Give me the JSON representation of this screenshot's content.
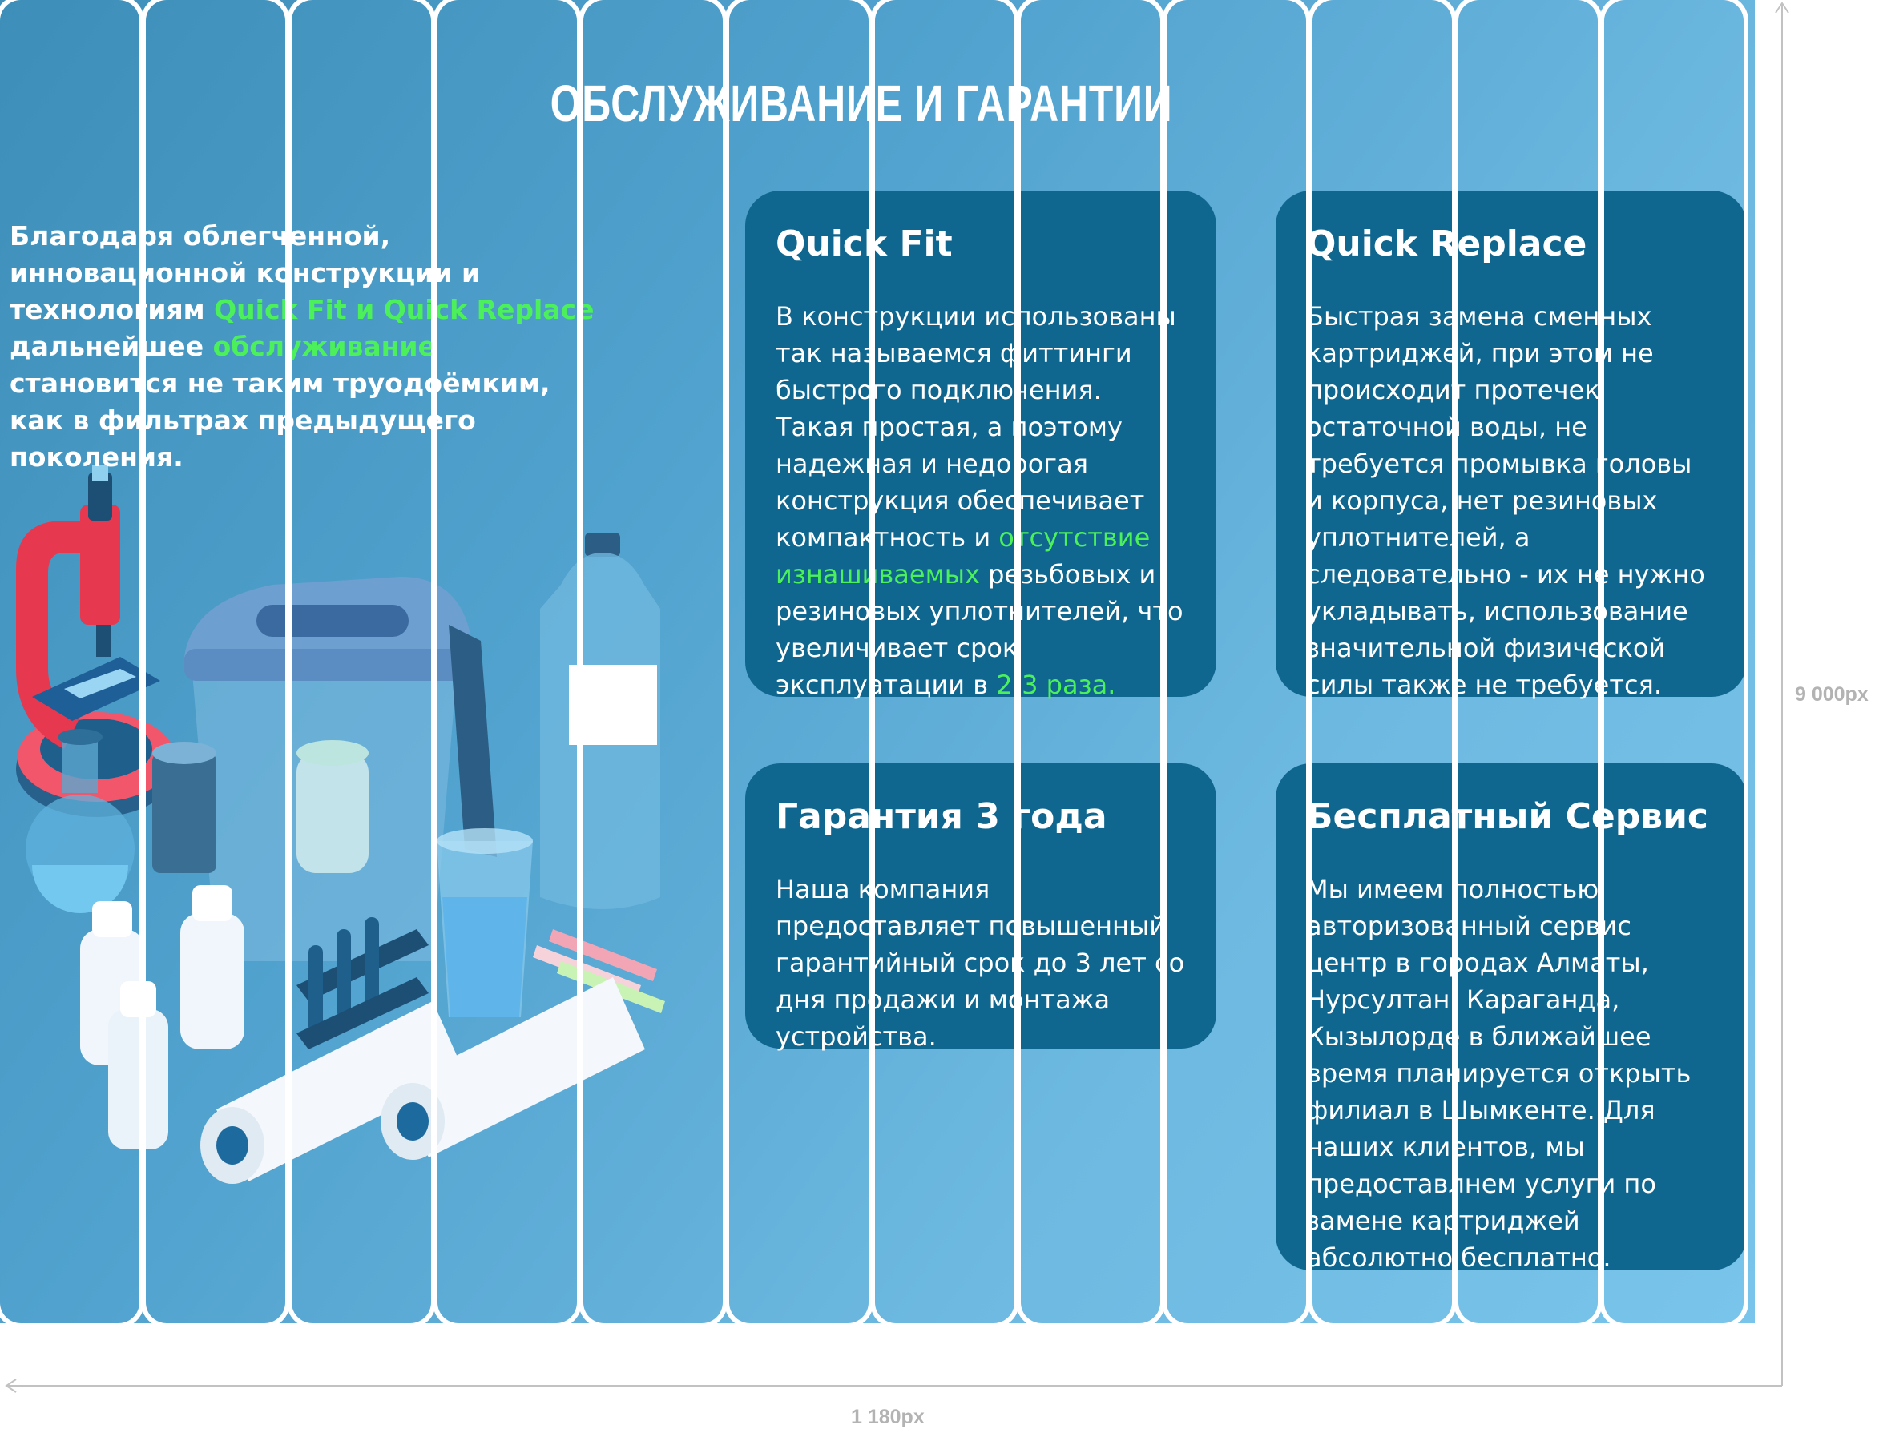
{
  "title": "ОБСЛУЖИВАНИЕ И ГАРАНТИИ",
  "intro": {
    "part1": "Благодаря облегченной, инновационной конструкции и технологиям ",
    "hl1": "Quick Fit и Quick Replace",
    "part2": " дальнейшее ",
    "hl2": "обслуживание",
    "part3": " становится не таким труодоёмким, как в фильтрах предыдущего поколения."
  },
  "cards": {
    "quick_fit": {
      "title": "Quick Fit",
      "text1": "В конструкции использованы так называемся фиттинги быстрого подключения. Такая простая, а поэтому надежная и недорогая конструкция обеспечивает компактность и ",
      "hl1": "отсутствие изнашиваемых",
      "text2": " резьбовых и резиновых уплотнителей, что увеличивает срок эксплуатации в ",
      "hl2": "2-3 раза."
    },
    "quick_replace": {
      "title": "Quick Replace",
      "text": "Быстрая замена сменных картриджей, при этом не происходит протечек остаточной воды, не требуется промывка головы и корпуса, нет резиновых уплотнителей, а следовательно - их не нужно укладывать, использование значительной физической силы также не требуется."
    },
    "warranty": {
      "title": "Гарантия 3 года",
      "text": "Наша компания предоставляет повышенный гарантийный срок до 3 лет со дня продажи и монтажа устройства."
    },
    "service": {
      "title": "Бесплатный Сервис",
      "text": "Мы имеем полностью авторизованный сервис центр в городах Алматы, Нурсултан, Караганда, Кызылорде в ближайшее время планируется открыть филиал в Шымкенте. Для наших клиентов, мы предоставлнем услуги по замене картриджей абсолютно бесплатно."
    }
  },
  "measures": {
    "width_label": "1 180px",
    "height_label": "9 000px"
  },
  "colors": {
    "accent_green": "#4cf05a",
    "card_bg": "#0f668f",
    "bg_dark": "#3d8fb9",
    "bg_light": "#79c4ea"
  }
}
